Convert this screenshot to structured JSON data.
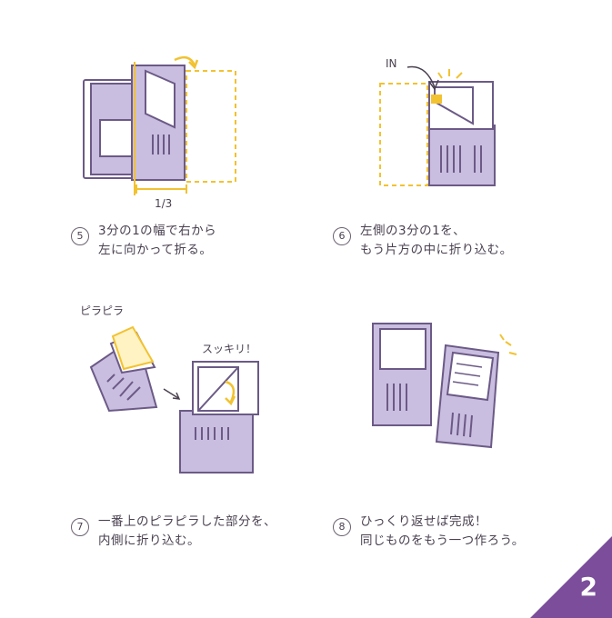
{
  "steps": [
    {
      "number": "5",
      "lines": [
        "3分の1の幅で右から",
        "左に向かって折る。"
      ]
    },
    {
      "number": "6",
      "lines": [
        "左側の3分の1を、",
        "もう片方の中に折り込む。"
      ]
    },
    {
      "number": "7",
      "lines": [
        "一番上のピラピラした部分を、",
        "内側に折り込む。"
      ]
    },
    {
      "number": "8",
      "lines": [
        "ひっくり返せば完成！",
        "同じものをもう一つ作ろう。"
      ]
    }
  ],
  "annotations": {
    "one_third": "1/3",
    "in_label": "IN",
    "pira_pira": "ピラピラ",
    "sukkiri": "スッキリ！"
  },
  "page_number": "2",
  "colors": {
    "purple_fill": "#c9bde0",
    "purple_dark": "#6b5a86",
    "yellow": "#f2c230",
    "corner": "#7b4d9a"
  }
}
